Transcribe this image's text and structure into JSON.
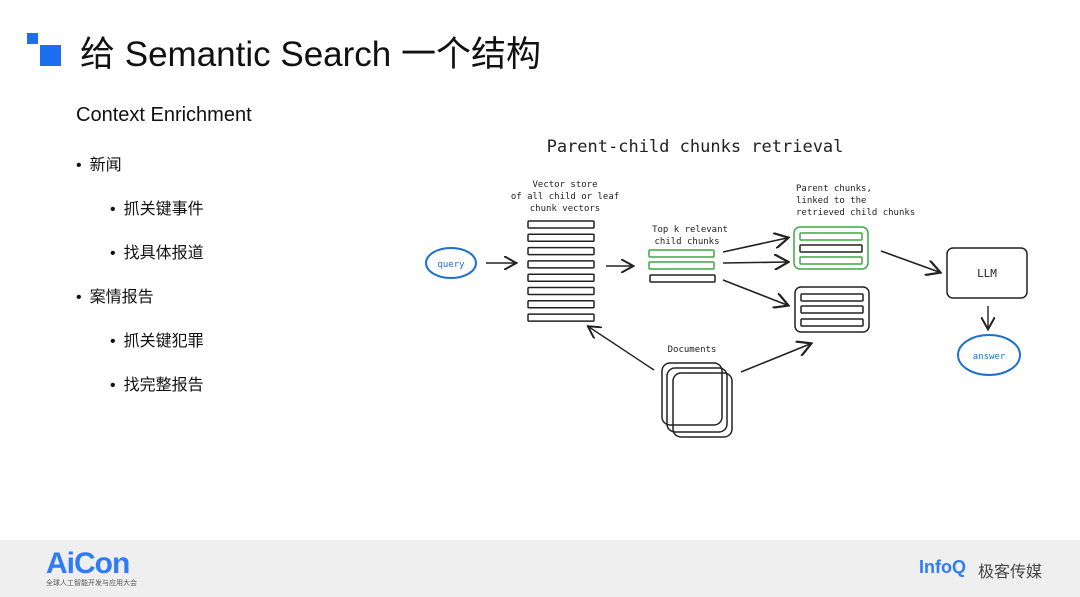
{
  "header": {
    "title": "给 Semantic Search 一个结构"
  },
  "content": {
    "subtitle": "Context Enrichment",
    "bullets": [
      {
        "label": "新闻",
        "level": 1
      },
      {
        "label": "抓关键事件",
        "level": 2
      },
      {
        "label": "找具体报道",
        "level": 2
      },
      {
        "label": "案情报告",
        "level": 1
      },
      {
        "label": "抓关键犯罪",
        "level": 2
      },
      {
        "label": "找完整报告",
        "level": 2
      }
    ]
  },
  "diagram": {
    "title": "Parent-child chunks retrieval",
    "query": "query",
    "vector_store": [
      "Vector store",
      "of all child or leaf",
      "chunk vectors"
    ],
    "top_k": [
      "Top k relevant",
      "child chunks"
    ],
    "parent": [
      "Parent chunks,",
      "linked to the",
      "retrieved child chunks"
    ],
    "llm": "LLM",
    "answer": "answer",
    "documents": "Documents",
    "colors": {
      "blue": "#1f6fd1",
      "green": "#3aa844",
      "ink": "#222222"
    }
  },
  "footer": {
    "aicon": "AiCon",
    "aicon_sub": "全球人工智能开发与应用大会",
    "infoq": "InfoQ",
    "geek": "极客传媒"
  }
}
